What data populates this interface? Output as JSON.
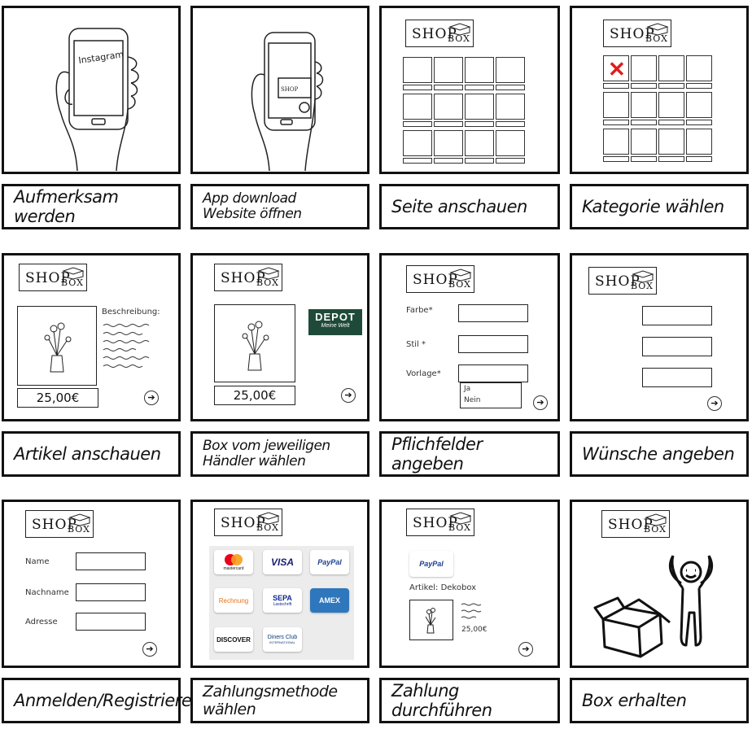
{
  "captions": [
    {
      "lines": [
        "Aufmerksam werden"
      ]
    },
    {
      "lines": [
        "App download",
        "Website öffnen"
      ]
    },
    {
      "lines": [
        "Seite anschauen"
      ]
    },
    {
      "lines": [
        "Kategorie wählen"
      ]
    },
    {
      "lines": [
        "Artikel anschauen"
      ]
    },
    {
      "lines": [
        "Box vom jeweiligen",
        "Händler wählen"
      ]
    },
    {
      "lines": [
        "Pflichfelder angeben"
      ]
    },
    {
      "lines": [
        "Wünsche angeben"
      ]
    },
    {
      "lines": [
        "Anmelden/Registrieren"
      ]
    },
    {
      "lines": [
        "Zahlungsmethode wählen"
      ]
    },
    {
      "lines": [
        "Zahlung durchführen"
      ]
    },
    {
      "lines": [
        "Box erhalten"
      ]
    }
  ],
  "logo": {
    "shop": "SHOP",
    "box": "BOX"
  },
  "phone": {
    "screen_text": "Instagram"
  },
  "category_mark": "✕",
  "article": {
    "description_label": "Beschreibung:",
    "price": "25,00€"
  },
  "depot": {
    "name": "DEPOT",
    "tagline": "Meine Welt"
  },
  "required_fields": {
    "labels": [
      "Farbe*",
      "Stil *",
      "Vorlage*"
    ],
    "options": [
      "Ja",
      "Nein"
    ]
  },
  "login": {
    "labels": [
      "Name",
      "Nachname",
      "Adresse"
    ]
  },
  "payment_methods": [
    "mastercard",
    "VISA",
    "PayPal",
    "Rechnung",
    "SEPA",
    "AMEX",
    "DISCOVER",
    "Diners Club"
  ],
  "payment_sub": {
    "mastercard": "mastercard",
    "sepa": "Lastschrift",
    "diners": "INTERNATIONAL"
  },
  "checkout": {
    "paypal": "PayPal",
    "article_label": "Artikel: Dekobox",
    "price": "25,00€"
  },
  "colors": {
    "mark_red": "#e01c1c",
    "depot_green": "#1f4a3a",
    "amex_blue": "#2e77bc",
    "paypal_blue": "#1b3f8f"
  }
}
